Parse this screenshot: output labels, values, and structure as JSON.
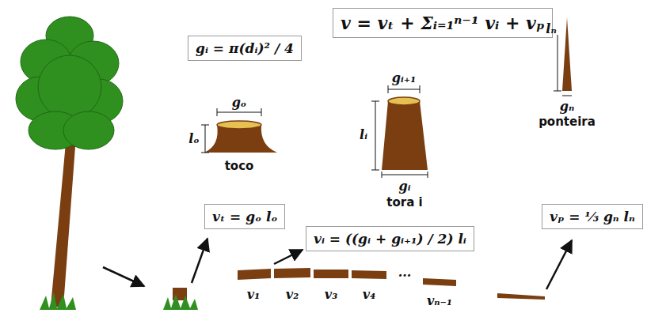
{
  "diagram": {
    "nodes": [
      {
        "text": [
          "gᵢ = π(dᵢ)² / 4"
        ]
      },
      {
        "text": [
          "v = vₜ + Σᵢ₌₁ⁿ⁻¹ vᵢ + vₚ"
        ]
      },
      {
        "text": [
          "vₜ = gₒ lₒ"
        ]
      },
      {
        "text": [
          "vᵢ = ((gᵢ + gᵢ₊₁) / 2) lᵢ"
        ]
      },
      {
        "text": [
          "vₚ = ⅓ gₙ lₙ"
        ]
      }
    ],
    "labels": [
      "gₒ",
      "lₒ",
      "toco",
      "gᵢ₊₁",
      "lᵢ",
      "gᵢ",
      "tora i",
      "lₙ",
      "gₙ",
      "ponteira",
      "v₁",
      "v₂",
      "v₃",
      "v₄",
      "...",
      "vₙ₋₁"
    ]
  }
}
